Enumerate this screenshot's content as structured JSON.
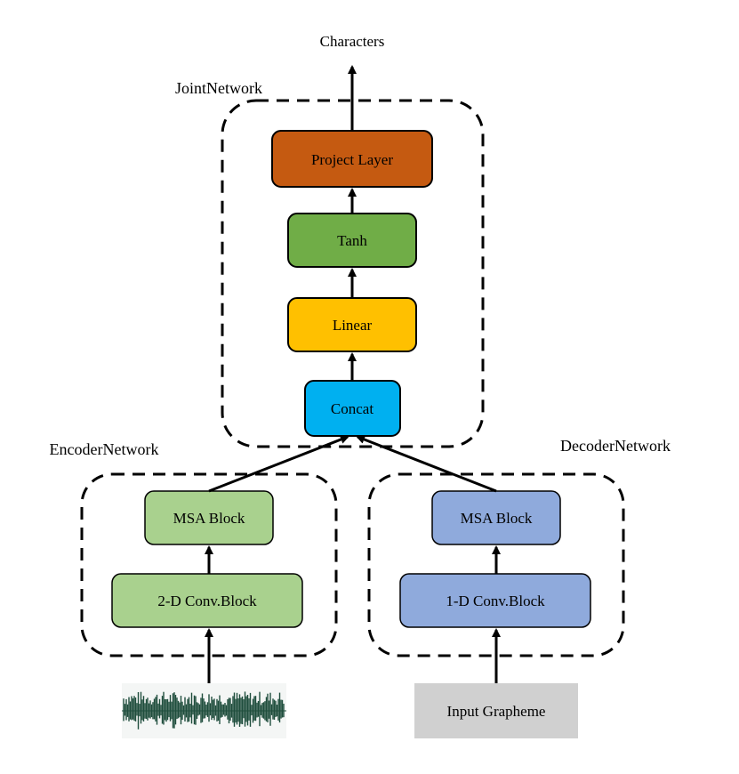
{
  "output_label": "Characters",
  "joint_network": {
    "label": "JointNetwork",
    "project_layer": "Project Layer",
    "tanh": "Tanh",
    "linear": "Linear",
    "concat": "Concat"
  },
  "encoder_network": {
    "label": "EncoderNetwork",
    "msa_block": "MSA Block",
    "conv_block": "2-D Conv.Block"
  },
  "decoder_network": {
    "label": "DecoderNetwork",
    "msa_block": "MSA Block",
    "conv_block": "1-D Conv.Block"
  },
  "decoder_input": "Input Grapheme",
  "colors": {
    "project_layer": "#C55A11",
    "tanh": "#70AD47",
    "linear": "#FFC000",
    "concat": "#00B0F0",
    "encoder_block": "#A9D18E",
    "decoder_block": "#8FAADC",
    "input_grapheme": "#D0D0D0",
    "waveform": "#1F4E3D"
  }
}
